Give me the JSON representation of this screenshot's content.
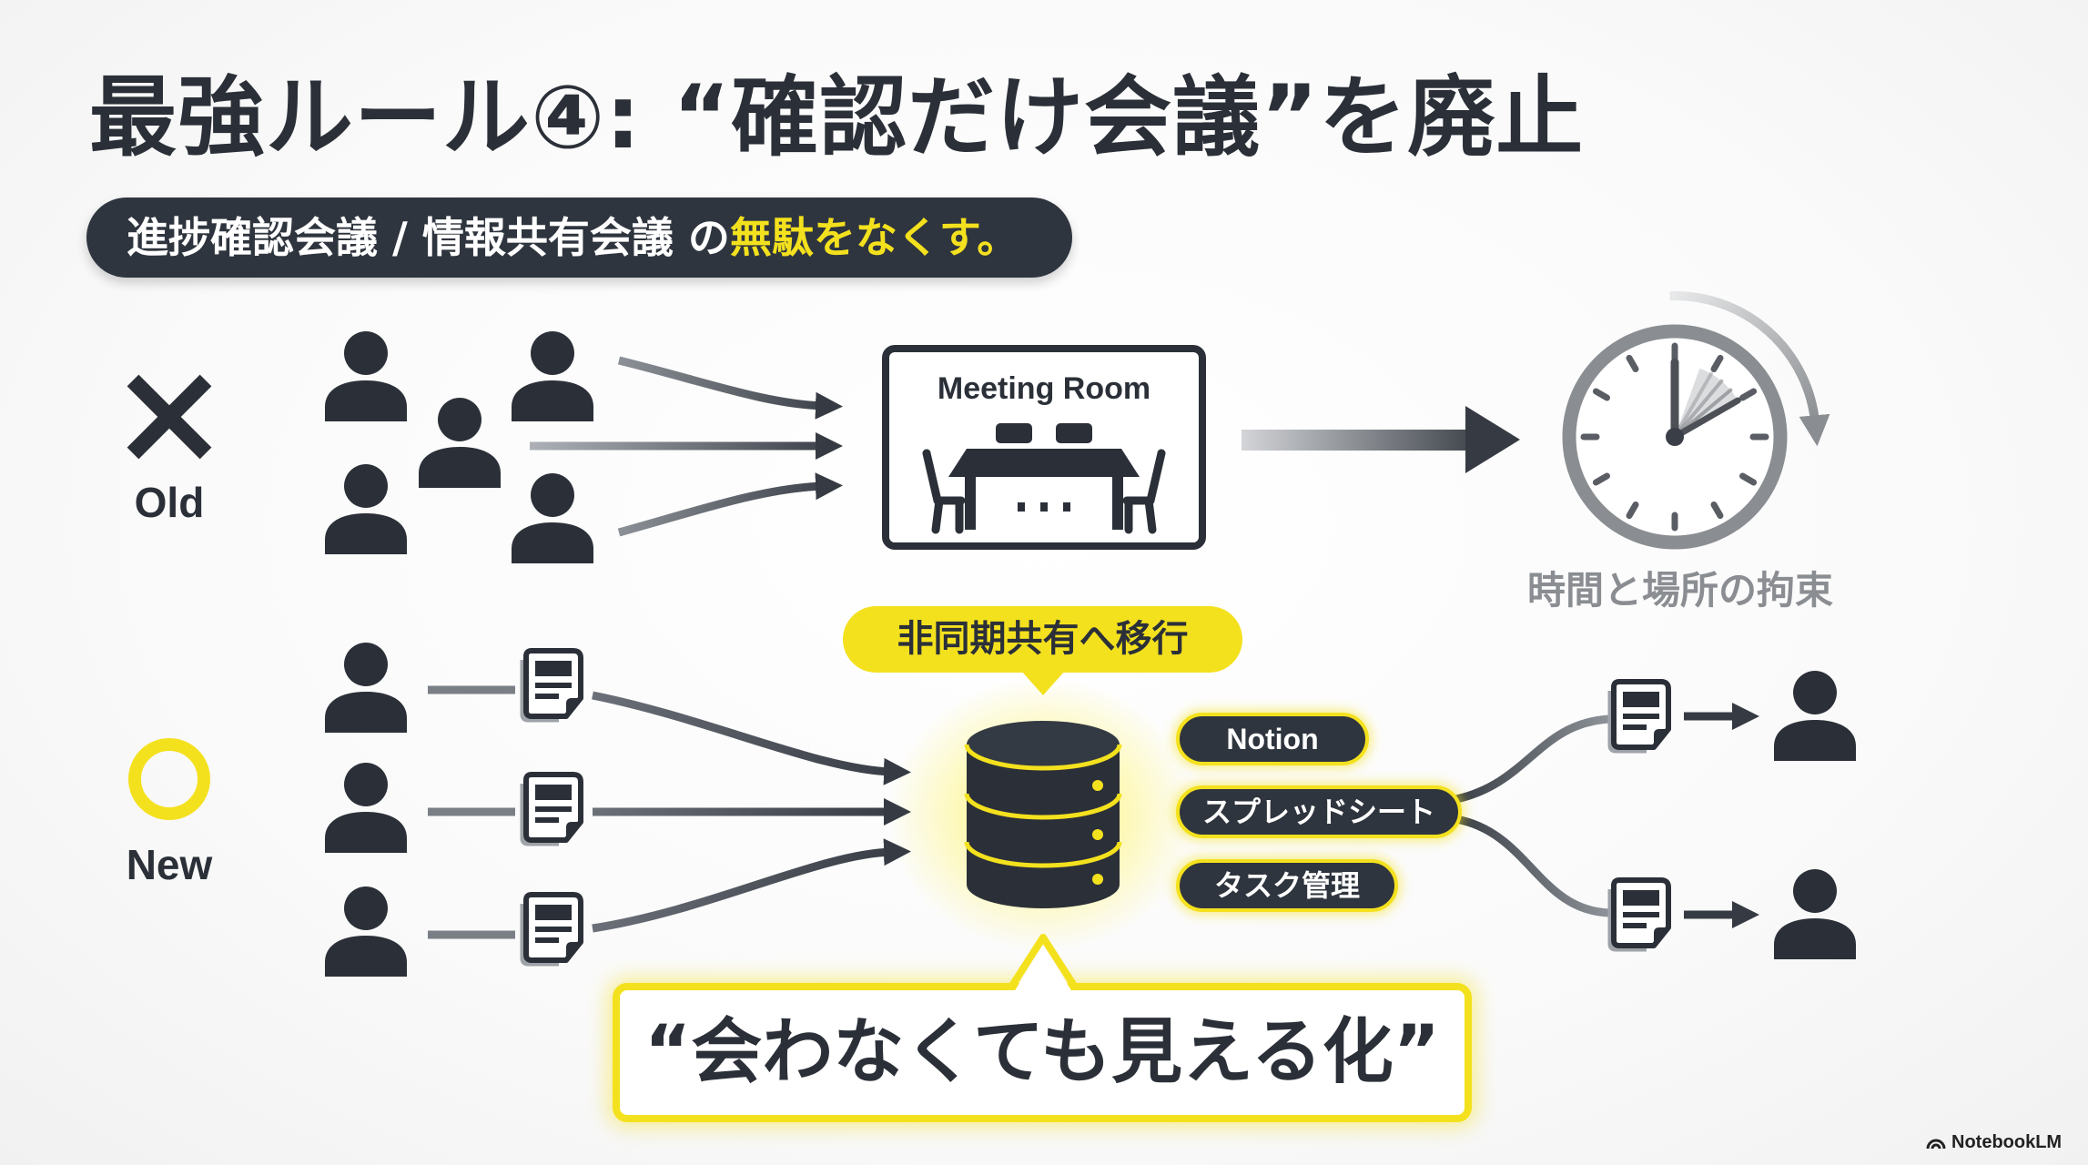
{
  "title": "最強ルール④: “確認だけ会議”を廃止",
  "subtitle": {
    "text": "進捗確認会議 / 情報共有会議 の",
    "highlight": "無駄をなくす。"
  },
  "old": {
    "label": "Old",
    "icon": "cross-icon",
    "meeting_room_label": "Meeting Room",
    "constraint_label": "時間と場所の拘束"
  },
  "new": {
    "label": "New",
    "icon": "circle-icon",
    "transition_label": "非同期共有へ移行",
    "tools": [
      "Notion",
      "スプレッドシート",
      "タスク管理"
    ],
    "callout": "“会わなくても見える化”"
  },
  "watermark": "NotebookLM",
  "colors": {
    "dark": "#2b3038",
    "accent": "#f4e11e",
    "muted": "#8a8d91",
    "background": "#f7f7f7"
  }
}
